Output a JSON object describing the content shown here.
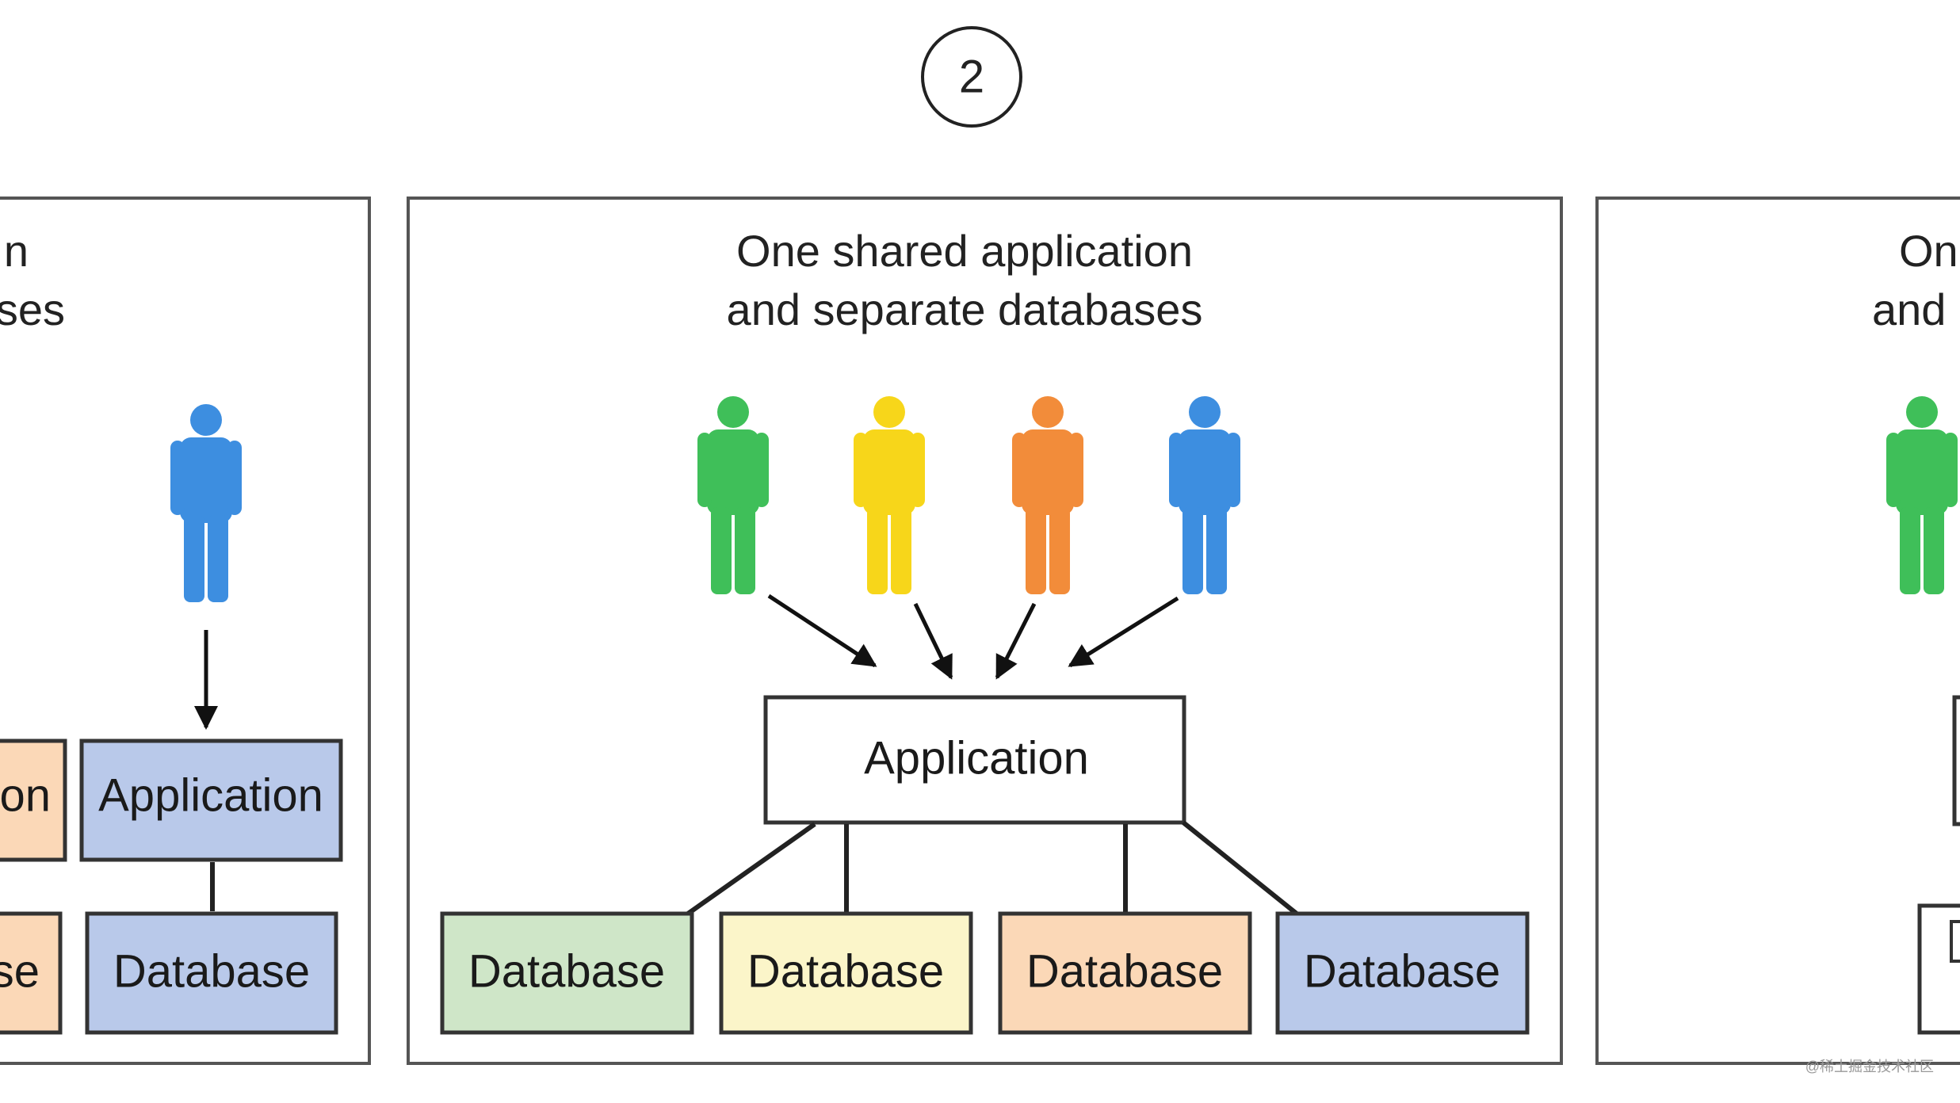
{
  "step_number": "2",
  "left_panel": {
    "title_line1": "n",
    "title_line2": "ses",
    "application_partial_label": "on",
    "application_label": "Application",
    "database_partial_label": "se",
    "database_label": "Database",
    "user_color": "#3d8ee0"
  },
  "center_panel": {
    "title_line1": "One shared application",
    "title_line2": "and separate databases",
    "application_label": "Application",
    "users": [
      {
        "color": "#3fbf59"
      },
      {
        "color": "#f7d61a"
      },
      {
        "color": "#f28c3a"
      },
      {
        "color": "#3d8ee0"
      }
    ],
    "databases": [
      {
        "label": "Database",
        "fill": "#cfe6c8"
      },
      {
        "label": "Database",
        "fill": "#fbf5c9"
      },
      {
        "label": "Database",
        "fill": "#fbd8b7"
      },
      {
        "label": "Database",
        "fill": "#b9c9ea"
      }
    ]
  },
  "right_panel": {
    "title_line1": "On",
    "title_line2": "and",
    "user_color": "#3fbf59"
  },
  "colors": {
    "application_box": "#ffffff",
    "orange_box": "#fbd8b7",
    "blue_box": "#b9c9ea"
  },
  "watermark": "@稀土掘金技术社区"
}
